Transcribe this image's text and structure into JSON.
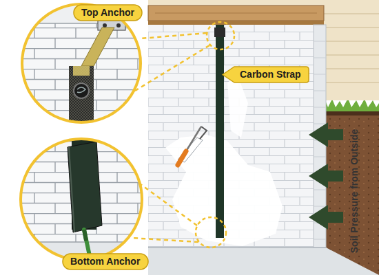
{
  "diagram": {
    "nodes": [
      {
        "text": [
          "Top Anchor"
        ]
      },
      {
        "text": [
          "Carbon Strap"
        ]
      },
      {
        "text": [
          "Bottom Anchor"
        ]
      }
    ],
    "labels": [
      "Soil Pressure from Outside"
    ]
  }
}
